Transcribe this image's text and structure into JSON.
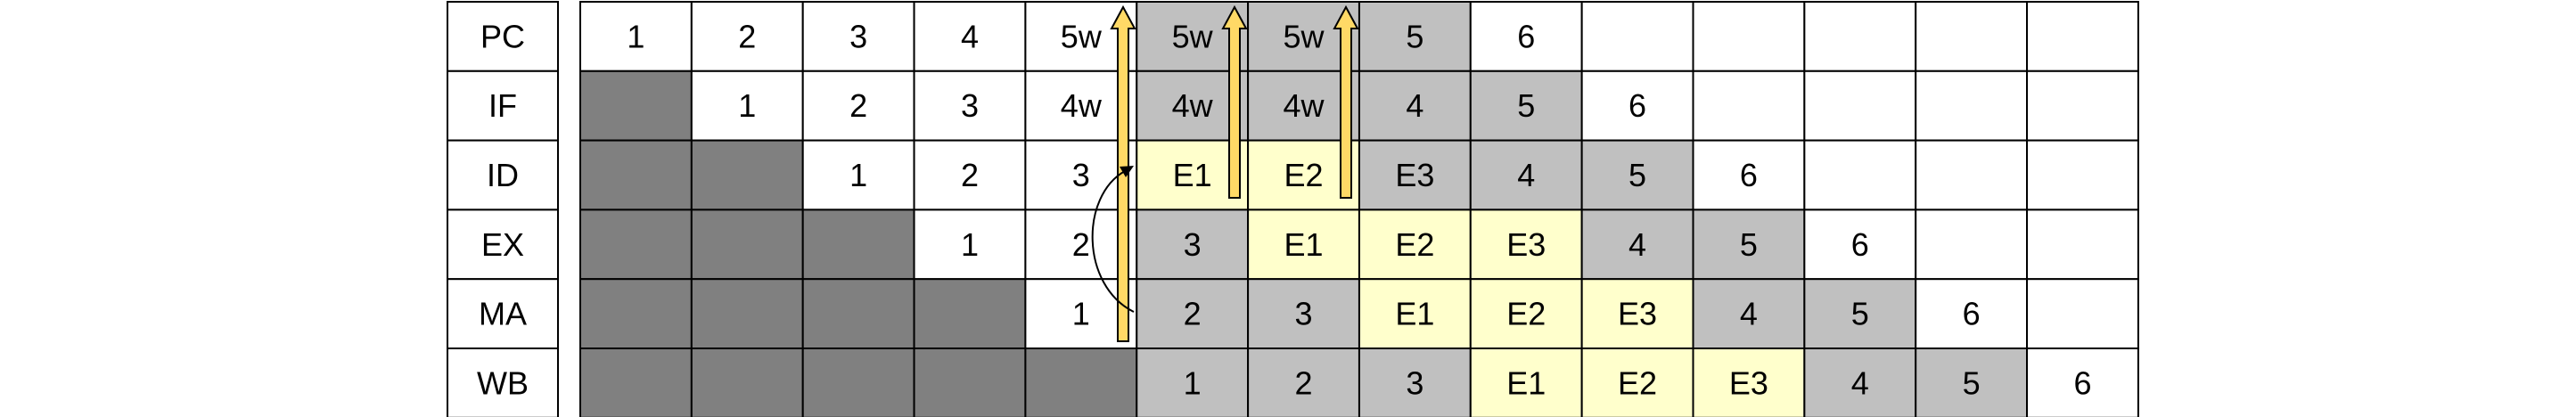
{
  "stages": [
    "PC",
    "IF",
    "ID",
    "EX",
    "MA",
    "WB"
  ],
  "colors": {
    "white": "#ffffff",
    "dark": "#808080",
    "gray": "#c0c0c0",
    "yellow": "#ffffcc",
    "arrow_fill": "#ffd966",
    "border": "#000000"
  },
  "grid": [
    [
      [
        "1",
        "w"
      ],
      [
        "2",
        "w"
      ],
      [
        "3",
        "w"
      ],
      [
        "4",
        "w"
      ],
      [
        "5w",
        "w"
      ],
      [
        "5w",
        "g"
      ],
      [
        "5w",
        "g"
      ],
      [
        "5",
        "g"
      ],
      [
        "6",
        "w"
      ],
      [
        "",
        "w"
      ],
      [
        "",
        "w"
      ],
      [
        "",
        "w"
      ],
      [
        "",
        "w"
      ],
      [
        "",
        "w"
      ]
    ],
    [
      [
        "",
        "d"
      ],
      [
        "1",
        "w"
      ],
      [
        "2",
        "w"
      ],
      [
        "3",
        "w"
      ],
      [
        "4w",
        "w"
      ],
      [
        "4w",
        "g"
      ],
      [
        "4w",
        "g"
      ],
      [
        "4",
        "g"
      ],
      [
        "5",
        "g"
      ],
      [
        "6",
        "w"
      ],
      [
        "",
        "w"
      ],
      [
        "",
        "w"
      ],
      [
        "",
        "w"
      ],
      [
        "",
        "w"
      ]
    ],
    [
      [
        "",
        "d"
      ],
      [
        "",
        "d"
      ],
      [
        "1",
        "w"
      ],
      [
        "2",
        "w"
      ],
      [
        "3",
        "w"
      ],
      [
        "E1",
        "y"
      ],
      [
        "E2",
        "y"
      ],
      [
        "E3",
        "g"
      ],
      [
        "4",
        "g"
      ],
      [
        "5",
        "g"
      ],
      [
        "6",
        "w"
      ],
      [
        "",
        "w"
      ],
      [
        "",
        "w"
      ],
      [
        "",
        "w"
      ]
    ],
    [
      [
        "",
        "d"
      ],
      [
        "",
        "d"
      ],
      [
        "",
        "d"
      ],
      [
        "1",
        "w"
      ],
      [
        "2",
        "w"
      ],
      [
        "3",
        "g"
      ],
      [
        "E1",
        "y"
      ],
      [
        "E2",
        "y"
      ],
      [
        "E3",
        "y"
      ],
      [
        "4",
        "g"
      ],
      [
        "5",
        "g"
      ],
      [
        "6",
        "w"
      ],
      [
        "",
        "w"
      ],
      [
        "",
        "w"
      ]
    ],
    [
      [
        "",
        "d"
      ],
      [
        "",
        "d"
      ],
      [
        "",
        "d"
      ],
      [
        "",
        "d"
      ],
      [
        "1",
        "w"
      ],
      [
        "2",
        "g"
      ],
      [
        "3",
        "g"
      ],
      [
        "E1",
        "y"
      ],
      [
        "E2",
        "y"
      ],
      [
        "E3",
        "y"
      ],
      [
        "4",
        "g"
      ],
      [
        "5",
        "g"
      ],
      [
        "6",
        "w"
      ],
      [
        "",
        "w"
      ]
    ],
    [
      [
        "",
        "d"
      ],
      [
        "",
        "d"
      ],
      [
        "",
        "d"
      ],
      [
        "",
        "d"
      ],
      [
        "",
        "d"
      ],
      [
        "1",
        "g"
      ],
      [
        "2",
        "g"
      ],
      [
        "3",
        "g"
      ],
      [
        "E1",
        "y"
      ],
      [
        "E2",
        "y"
      ],
      [
        "E3",
        "y"
      ],
      [
        "4",
        "g"
      ],
      [
        "5",
        "g"
      ],
      [
        "6",
        "w"
      ]
    ]
  ]
}
